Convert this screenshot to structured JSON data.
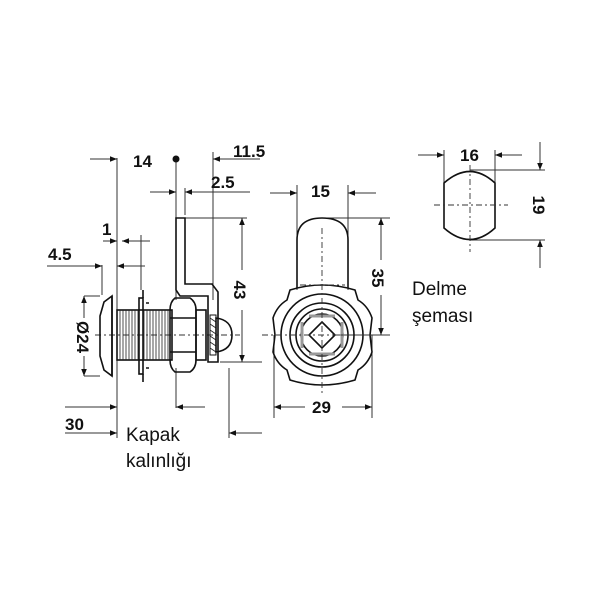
{
  "drawing": {
    "side_view": {
      "dimensions": {
        "d14": "14",
        "d11_5": "11.5",
        "d2_5": "2.5",
        "d1": "1",
        "d4_5": "4.5",
        "d24": "Ø24",
        "d43": "43",
        "d30": "30"
      },
      "label_line1": "Kapak",
      "label_line2": "kalınlığı"
    },
    "front_view": {
      "dimensions": {
        "d15": "15",
        "d35": "35",
        "d29": "29"
      }
    },
    "cutout_view": {
      "dimensions": {
        "d16": "16",
        "d19": "19"
      },
      "label_line1": "Delme",
      "label_line2": "şeması"
    }
  }
}
